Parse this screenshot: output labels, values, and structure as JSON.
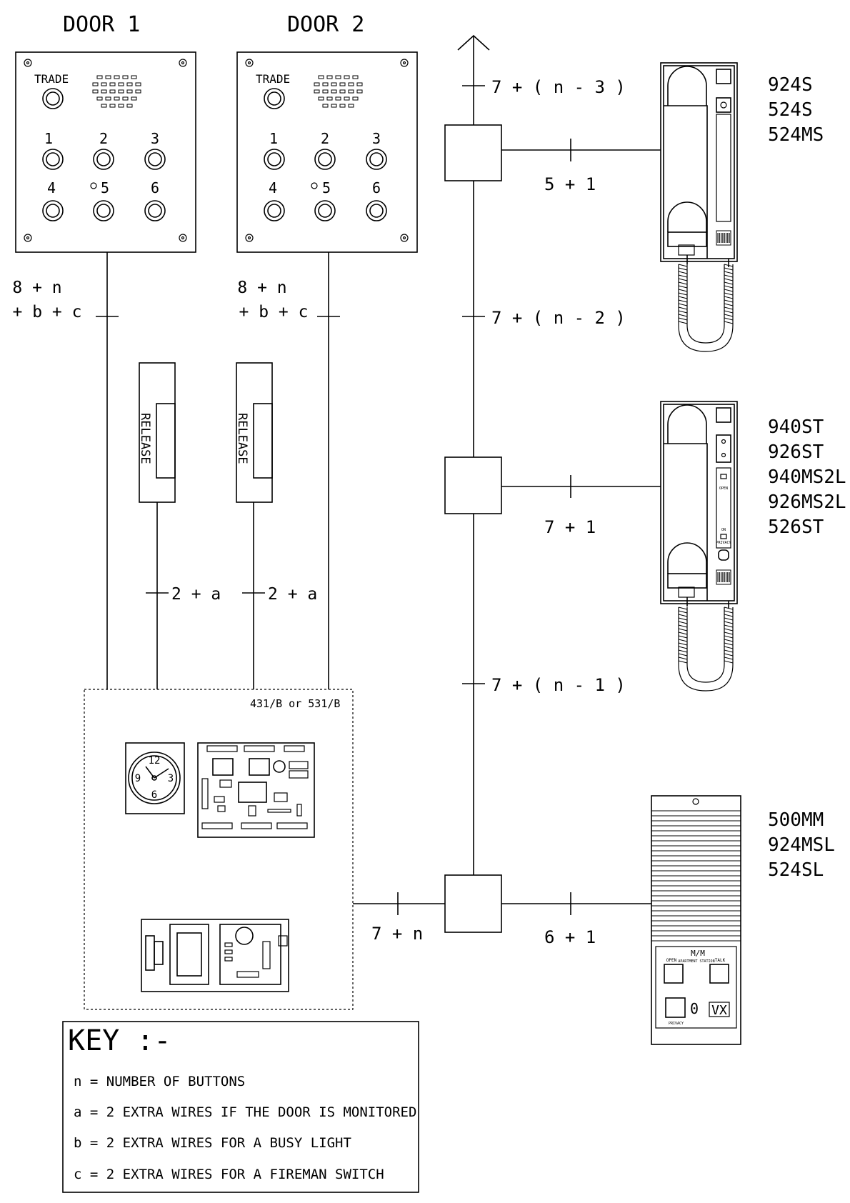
{
  "doors": [
    {
      "title": "DOOR 1",
      "trade_label": "TRADE",
      "buttons": [
        "1",
        "2",
        "3",
        "4",
        "5",
        "6"
      ],
      "cable": [
        "8 + n",
        "+ b + c"
      ],
      "release_label": "RELEASE",
      "release_cable": "2 + a"
    },
    {
      "title": "DOOR 2",
      "trade_label": "TRADE",
      "buttons": [
        "1",
        "2",
        "3",
        "4",
        "5",
        "6"
      ],
      "cable": [
        "8 + n",
        "+ b + c"
      ],
      "release_label": "RELEASE",
      "release_cable": "2 + a"
    }
  ],
  "riser": {
    "labels": [
      "7 + ( n - 3 )",
      "7 + ( n - 2 )",
      "7 + ( n - 1 )"
    ],
    "controller_link": "7 + n"
  },
  "controller": {
    "label": "431/B or 531/B",
    "clock_numbers": [
      "12",
      "3",
      "6",
      "9"
    ]
  },
  "stations": [
    {
      "models": [
        "924S",
        "524S",
        "524MS"
      ],
      "cable": "5 + 1"
    },
    {
      "models": [
        "940ST",
        "926ST",
        "940MS2L",
        "926MS2L",
        "526ST"
      ],
      "cable": "7 + 1",
      "panel_labels": [
        "OPEN",
        "ON",
        "PRIVACY"
      ]
    },
    {
      "models": [
        "500MM",
        "924MSL",
        "524SL"
      ],
      "cable": "6 + 1",
      "panel": {
        "brand": "M/M",
        "subtitle": "APARTMENT STATION",
        "open": "OPEN",
        "talk": "TALK",
        "privacy": "PRIVACY",
        "logo": "VX",
        "zero": "0"
      }
    }
  ],
  "key": {
    "title": "KEY :-",
    "items": [
      "n = NUMBER OF BUTTONS",
      "a = 2 EXTRA WIRES IF THE DOOR IS MONITORED",
      "b = 2 EXTRA WIRES FOR A BUSY LIGHT",
      "c = 2 EXTRA WIRES FOR A FIREMAN SWITCH"
    ]
  }
}
